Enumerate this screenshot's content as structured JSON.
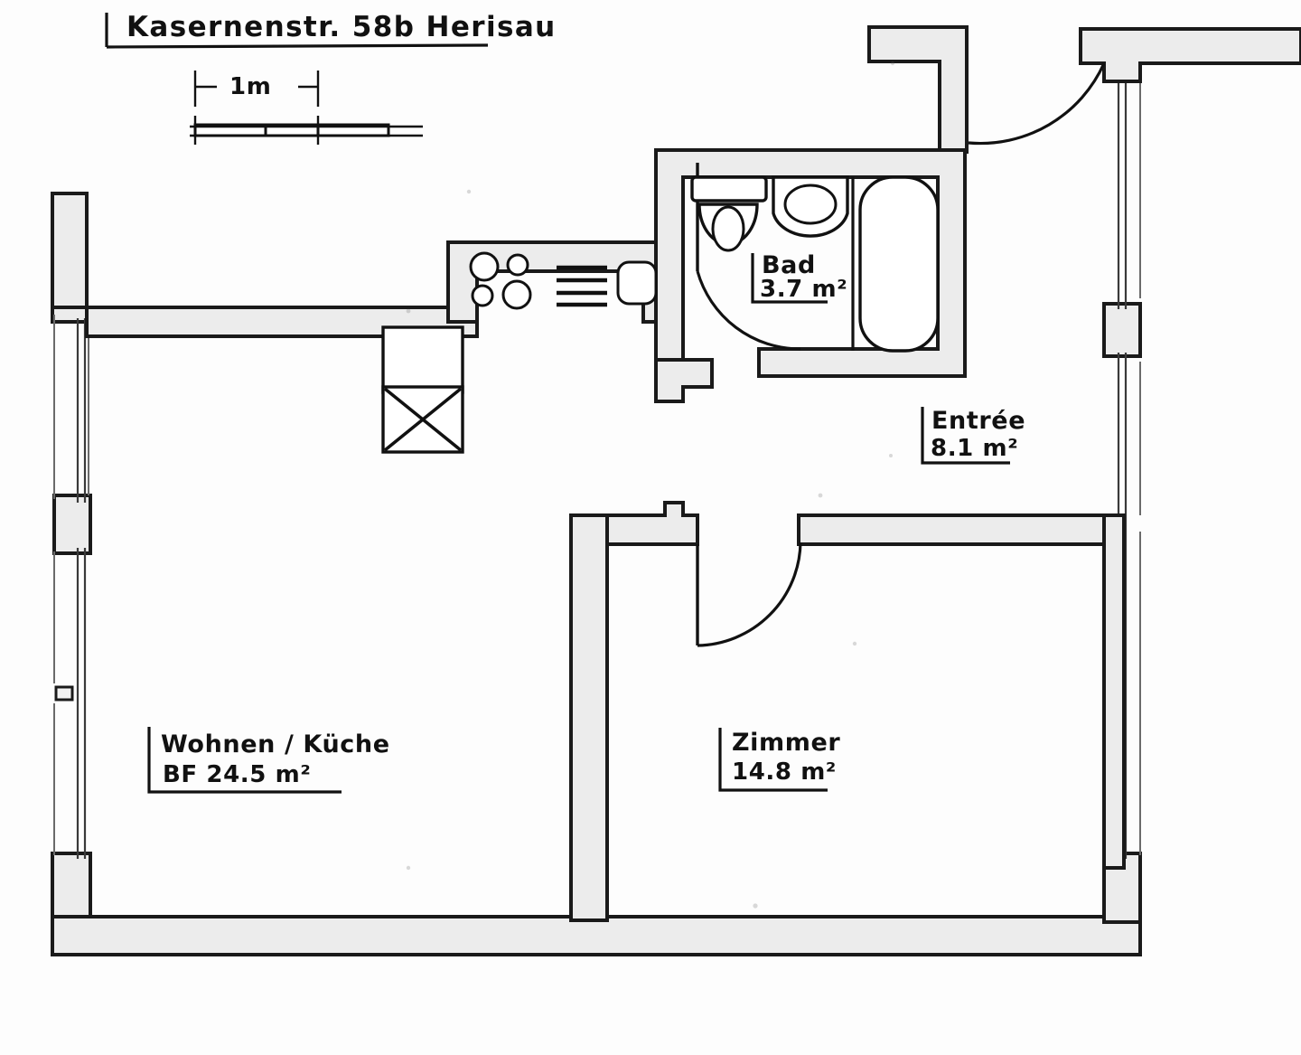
{
  "document": {
    "type": "architectural-floor-plan",
    "title": "Kasernenstr. 58b   Herisau",
    "street_and_number": "Kasernenstr. 58b",
    "town": "Herisau",
    "drawing_style": "hand-lettered apartment floor plan",
    "background_color": "#fdfdfd",
    "ink_color": "#111111",
    "wall_fill_color": "#ececec"
  },
  "scale": {
    "label": "1m",
    "caption": "1m",
    "dimension_text": "1m",
    "unit": "m",
    "value": 1,
    "bar_segments": 3
  },
  "rooms": [
    {
      "id": "wohnen-kueche",
      "name": "Wohnen / Küche",
      "area_prefix": "BF",
      "area_value": "24.5",
      "area_unit": "m",
      "area_exponent": "2",
      "area_text": "BF 24.5 m²",
      "label_line1": "Wohnen / Küche",
      "label_line2": "BF 24.5 m²"
    },
    {
      "id": "zimmer",
      "name": "Zimmer",
      "area_prefix": "",
      "area_value": "14.8",
      "area_unit": "m",
      "area_exponent": "2",
      "area_text": "14.8 m²",
      "label_line1": "Zimmer",
      "label_line2": "14.8 m²"
    },
    {
      "id": "bad",
      "name": "Bad",
      "area_prefix": "",
      "area_value": "3.7",
      "area_unit": "m",
      "area_exponent": "2",
      "area_text": "3.7 m²",
      "label_line1": "Bad",
      "label_line2": "3.7 m²"
    },
    {
      "id": "entree",
      "name": "Entrée",
      "area_prefix": "",
      "area_value": "8.1",
      "area_unit": "m",
      "area_exponent": "2",
      "area_text": "8.1 m²",
      "label_line1": "Entrée",
      "label_line2": "8.1 m²"
    }
  ],
  "fixtures": {
    "bathroom": [
      {
        "id": "wc",
        "name": "toilet"
      },
      {
        "id": "cistern",
        "name": "toilet-cistern"
      },
      {
        "id": "washbasin",
        "name": "washbasin"
      },
      {
        "id": "bathtub",
        "name": "bathtub"
      }
    ],
    "kitchen": [
      {
        "id": "hob",
        "name": "cooktop-four-burner",
        "burners": 4
      },
      {
        "id": "drainboard",
        "name": "drainboard",
        "grooves": 4
      },
      {
        "id": "sink",
        "name": "kitchen-sink"
      },
      {
        "id": "tall-unit",
        "name": "tall-cabinet"
      },
      {
        "id": "appliance",
        "name": "appliance-crossed-box"
      }
    ]
  },
  "doors": [
    {
      "id": "entrance-door",
      "name": "entrance door",
      "swing": "into entrée"
    },
    {
      "id": "bathroom-door",
      "name": "bathroom door",
      "swing": "into bad"
    },
    {
      "id": "zimmer-door",
      "name": "room door",
      "swing": "into zimmer"
    }
  ],
  "windows": [
    {
      "id": "window-left-upper",
      "name": "glazing left upper"
    },
    {
      "id": "window-left-lower",
      "name": "glazing left lower"
    },
    {
      "id": "window-right-upper",
      "name": "glazing right upper"
    },
    {
      "id": "window-right-lower",
      "name": "glazing right lower"
    }
  ]
}
